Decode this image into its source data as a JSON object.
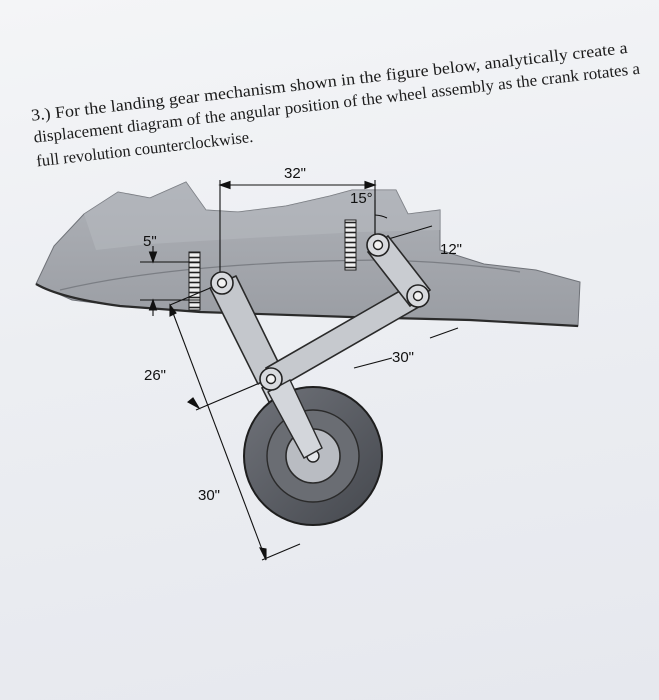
{
  "problem": {
    "line1": "3.)  For the landing gear mechanism shown in the figure below, analytically create a",
    "line2": "displacement diagram of the angular position of the wheel assembly as the crank rotates a",
    "line3": "full revolution counterclockwise."
  },
  "dimensions": {
    "horizontal_span": "32\"",
    "angle": "15°",
    "vertical_offset": "5\"",
    "crank_length": "12\"",
    "link_length": "30\"",
    "upper_strut": "26\"",
    "wheel_strut": "30\""
  },
  "colors": {
    "fuselage": "#a4a7ad",
    "fuselage_dark": "#8e9197",
    "link": "#c6c9ce",
    "tire": "#5d6067",
    "hub": "#b9bcc2"
  }
}
